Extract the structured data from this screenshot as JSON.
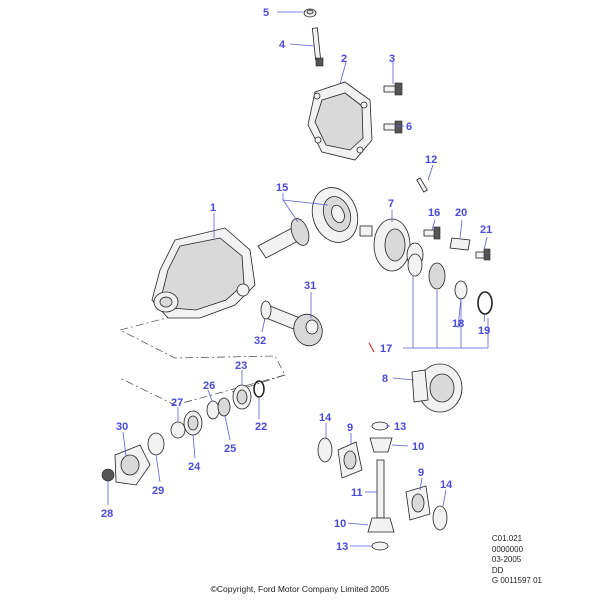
{
  "colors": {
    "callout": "#4a4ad8",
    "outline": "#222222",
    "leader": "#5b5bd6",
    "marker": "#e03030"
  },
  "callouts": [
    {
      "id": "c5",
      "label": "5"
    },
    {
      "id": "c4",
      "label": "4"
    },
    {
      "id": "c2",
      "label": "2"
    },
    {
      "id": "c3",
      "label": "3"
    },
    {
      "id": "c6",
      "label": "6"
    },
    {
      "id": "c12",
      "label": "12"
    },
    {
      "id": "c15",
      "label": "15"
    },
    {
      "id": "c7",
      "label": "7"
    },
    {
      "id": "c1",
      "label": "1"
    },
    {
      "id": "c16",
      "label": "16"
    },
    {
      "id": "c20",
      "label": "20"
    },
    {
      "id": "c21",
      "label": "21"
    },
    {
      "id": "c31",
      "label": "31"
    },
    {
      "id": "c18",
      "label": "18"
    },
    {
      "id": "c19",
      "label": "19"
    },
    {
      "id": "c32",
      "label": "32"
    },
    {
      "id": "c17",
      "label": "17"
    },
    {
      "id": "c8",
      "label": "8"
    },
    {
      "id": "c23",
      "label": "23"
    },
    {
      "id": "c26",
      "label": "26"
    },
    {
      "id": "c27",
      "label": "27"
    },
    {
      "id": "c22",
      "label": "22"
    },
    {
      "id": "c30",
      "label": "30"
    },
    {
      "id": "c25",
      "label": "25"
    },
    {
      "id": "c24",
      "label": "24"
    },
    {
      "id": "c29",
      "label": "29"
    },
    {
      "id": "c28",
      "label": "28"
    },
    {
      "id": "c14a",
      "label": "14"
    },
    {
      "id": "c9a",
      "label": "9"
    },
    {
      "id": "c13a",
      "label": "13"
    },
    {
      "id": "c10a",
      "label": "10"
    },
    {
      "id": "c11",
      "label": "11"
    },
    {
      "id": "c9b",
      "label": "9"
    },
    {
      "id": "c14b",
      "label": "14"
    },
    {
      "id": "c10b",
      "label": "10"
    },
    {
      "id": "c13b",
      "label": "13"
    }
  ],
  "reference": {
    "line1": "C01.021",
    "line2": "0000000",
    "line3": "03-2005",
    "line4": "DD",
    "line5": "G 0011597 01"
  },
  "copyright": "©Copyright, Ford Motor Company Limited 2005"
}
